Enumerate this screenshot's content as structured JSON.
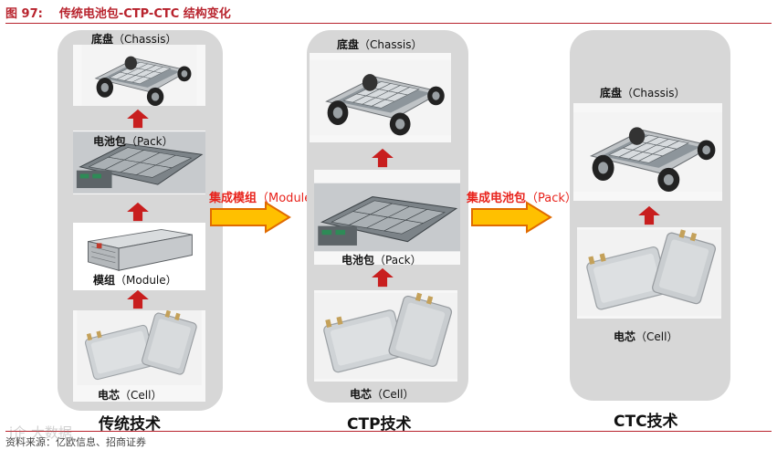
{
  "figure": {
    "number": "图 97:",
    "title": "传统电池包-CTP-CTC 结构变化"
  },
  "columns": [
    {
      "tech_label": "传统技术",
      "items": [
        {
          "label": "底盘",
          "sublabel": "（Chassis）"
        },
        {
          "label": "电池包",
          "sublabel": "（Pack）"
        },
        {
          "label": "模组",
          "sublabel": "（Module）"
        },
        {
          "label": "电芯",
          "sublabel": "（Cell）"
        }
      ]
    },
    {
      "tech_label": "CTP技术",
      "items": [
        {
          "label": "底盘",
          "sublabel": "（Chassis）"
        },
        {
          "label": "电池包",
          "sublabel": "（Pack）"
        },
        {
          "label": "电芯",
          "sublabel": "（Cell）"
        }
      ]
    },
    {
      "tech_label": "CTC技术",
      "items": [
        {
          "label": "底盘",
          "sublabel": "（Chassis）"
        },
        {
          "label": "电芯",
          "sublabel": "（Cell）"
        }
      ]
    }
  ],
  "transitions": [
    {
      "label": "集成模组",
      "sublabel": "（Module）"
    },
    {
      "label": "集成电池包",
      "sublabel": "（Pack）"
    }
  ],
  "source": "资料来源：亿欧信息、招商证券",
  "watermark": "i企 大数据",
  "colors": {
    "title_red": "#b8232d",
    "arrow_up_red": "#c81e1e",
    "arrow_right_fill": "#ffc000",
    "arrow_right_outline": "#e06b00",
    "transition_text": "#e8231c",
    "column_bg": "#d7d7d7"
  },
  "icons": [
    "chassis-image",
    "battery-pack-image",
    "module-image",
    "cell-image",
    "arrow-up-icon",
    "arrow-right-icon"
  ]
}
